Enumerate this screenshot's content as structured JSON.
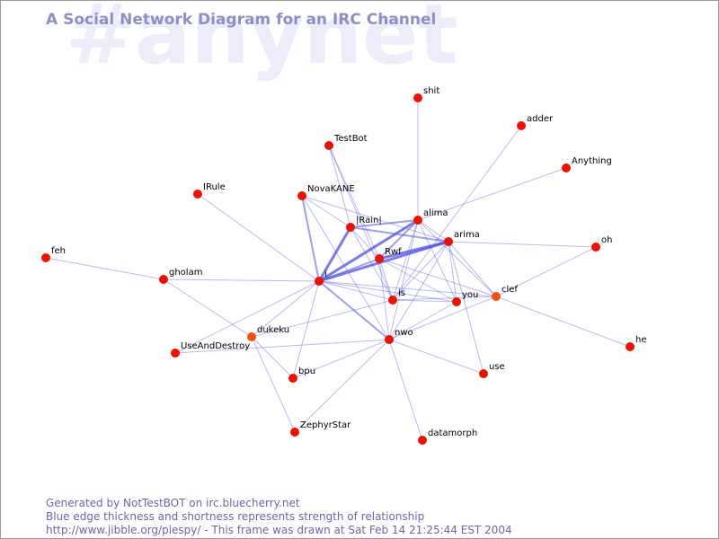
{
  "watermark": "#anynet",
  "title": "A Social Network Diagram for an IRC Channel",
  "footer": {
    "line1": "Generated by NotTestBOT on irc.bluecherry.net",
    "line2": "Blue edge thickness and shortness represents strength of relationship",
    "line3": "http://www.jibble.org/piespy/ - This frame was drawn at Sat Feb 14 21:25:44 EST 2004"
  },
  "colors": {
    "node": "#ee1100",
    "node_active": "#f05010",
    "edge": "#5050e0",
    "title": "#8f8fc8",
    "watermark": "#ececfb",
    "footer": "#6767a8"
  },
  "nodes": [
    {
      "id": "shit",
      "label": "shit"
    },
    {
      "id": "adder",
      "label": "adder"
    },
    {
      "id": "TestBot",
      "label": "TestBot"
    },
    {
      "id": "Anything",
      "label": "Anything"
    },
    {
      "id": "IRule",
      "label": "IRule"
    },
    {
      "id": "NovaKANE",
      "label": "NovaKANE"
    },
    {
      "id": "Rain",
      "label": "|Rain|"
    },
    {
      "id": "alima",
      "label": "alima"
    },
    {
      "id": "arima",
      "label": "arima"
    },
    {
      "id": "oh",
      "label": "oh"
    },
    {
      "id": "feh",
      "label": "feh"
    },
    {
      "id": "Rwf",
      "label": "Rwf"
    },
    {
      "id": "gholam",
      "label": "gholam"
    },
    {
      "id": "i",
      "label": "i"
    },
    {
      "id": "is",
      "label": "is"
    },
    {
      "id": "you",
      "label": "you"
    },
    {
      "id": "clef",
      "label": "clef",
      "active": true
    },
    {
      "id": "dukeku",
      "label": "dukeku",
      "active": true
    },
    {
      "id": "nwo",
      "label": "nwo"
    },
    {
      "id": "he",
      "label": "he"
    },
    {
      "id": "UseAndDestroy",
      "label": "UseAndDestroy"
    },
    {
      "id": "use",
      "label": "use"
    },
    {
      "id": "bpu",
      "label": "bpu"
    },
    {
      "id": "ZephyrStar",
      "label": "ZephyrStar"
    },
    {
      "id": "datamorph",
      "label": "datamorph"
    }
  ],
  "edges": [
    [
      "shit",
      "alima",
      1
    ],
    [
      "adder",
      "is",
      1
    ],
    [
      "TestBot",
      "Rain",
      1
    ],
    [
      "TestBot",
      "is",
      1
    ],
    [
      "TestBot",
      "Rwf",
      1
    ],
    [
      "Anything",
      "alima",
      1
    ],
    [
      "IRule",
      "i",
      1
    ],
    [
      "NovaKANE",
      "i",
      2
    ],
    [
      "NovaKANE",
      "Rain",
      1
    ],
    [
      "NovaKANE",
      "arima",
      1
    ],
    [
      "NovaKANE",
      "nwo",
      1
    ],
    [
      "Rain",
      "i",
      3
    ],
    [
      "Rain",
      "alima",
      2
    ],
    [
      "Rain",
      "arima",
      2
    ],
    [
      "Rain",
      "is",
      1
    ],
    [
      "Rain",
      "Rwf",
      1
    ],
    [
      "alima",
      "i",
      3
    ],
    [
      "alima",
      "Rwf",
      2
    ],
    [
      "alima",
      "arima",
      1
    ],
    [
      "alima",
      "you",
      1
    ],
    [
      "alima",
      "nwo",
      1
    ],
    [
      "alima",
      "is",
      1
    ],
    [
      "alima",
      "clef",
      1
    ],
    [
      "arima",
      "Rwf",
      3
    ],
    [
      "arima",
      "i",
      3
    ],
    [
      "arima",
      "oh",
      1
    ],
    [
      "arima",
      "you",
      1
    ],
    [
      "arima",
      "clef",
      1
    ],
    [
      "arima",
      "is",
      1
    ],
    [
      "arima",
      "nwo",
      1
    ],
    [
      "arima",
      "use",
      1
    ],
    [
      "Rwf",
      "i",
      2
    ],
    [
      "Rwf",
      "is",
      1
    ],
    [
      "Rwf",
      "you",
      1
    ],
    [
      "Rwf",
      "clef",
      1
    ],
    [
      "Rwf",
      "nwo",
      1
    ],
    [
      "feh",
      "gholam",
      1
    ],
    [
      "gholam",
      "i",
      1
    ],
    [
      "gholam",
      "dukeku",
      1
    ],
    [
      "i",
      "is",
      1
    ],
    [
      "i",
      "you",
      1
    ],
    [
      "i",
      "nwo",
      2
    ],
    [
      "i",
      "dukeku",
      1
    ],
    [
      "i",
      "UseAndDestroy",
      1
    ],
    [
      "i",
      "bpu",
      1
    ],
    [
      "i",
      "clef",
      1
    ],
    [
      "is",
      "you",
      1
    ],
    [
      "is",
      "clef",
      1
    ],
    [
      "is",
      "dukeku",
      1
    ],
    [
      "you",
      "nwo",
      1
    ],
    [
      "clef",
      "nwo",
      1
    ],
    [
      "clef",
      "he",
      1
    ],
    [
      "clef",
      "oh",
      1
    ],
    [
      "nwo",
      "use",
      1
    ],
    [
      "nwo",
      "datamorph",
      1
    ],
    [
      "nwo",
      "bpu",
      1
    ],
    [
      "nwo",
      "ZephyrStar",
      1
    ],
    [
      "nwo",
      "UseAndDestroy",
      1
    ],
    [
      "dukeku",
      "ZephyrStar",
      1
    ],
    [
      "dukeku",
      "bpu",
      1
    ]
  ]
}
